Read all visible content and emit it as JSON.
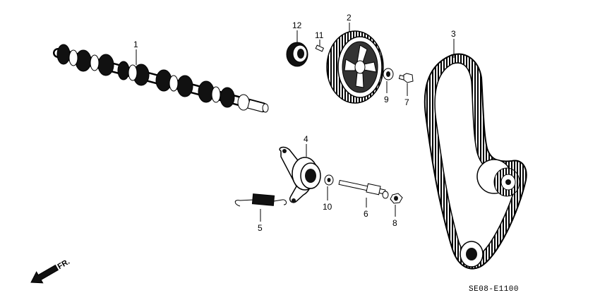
{
  "diagram": {
    "code": "SE08-E1100",
    "direction_label": "FR.",
    "callouts": [
      "1",
      "2",
      "3",
      "4",
      "5",
      "6",
      "7",
      "8",
      "9",
      "10",
      "11",
      "12"
    ]
  }
}
